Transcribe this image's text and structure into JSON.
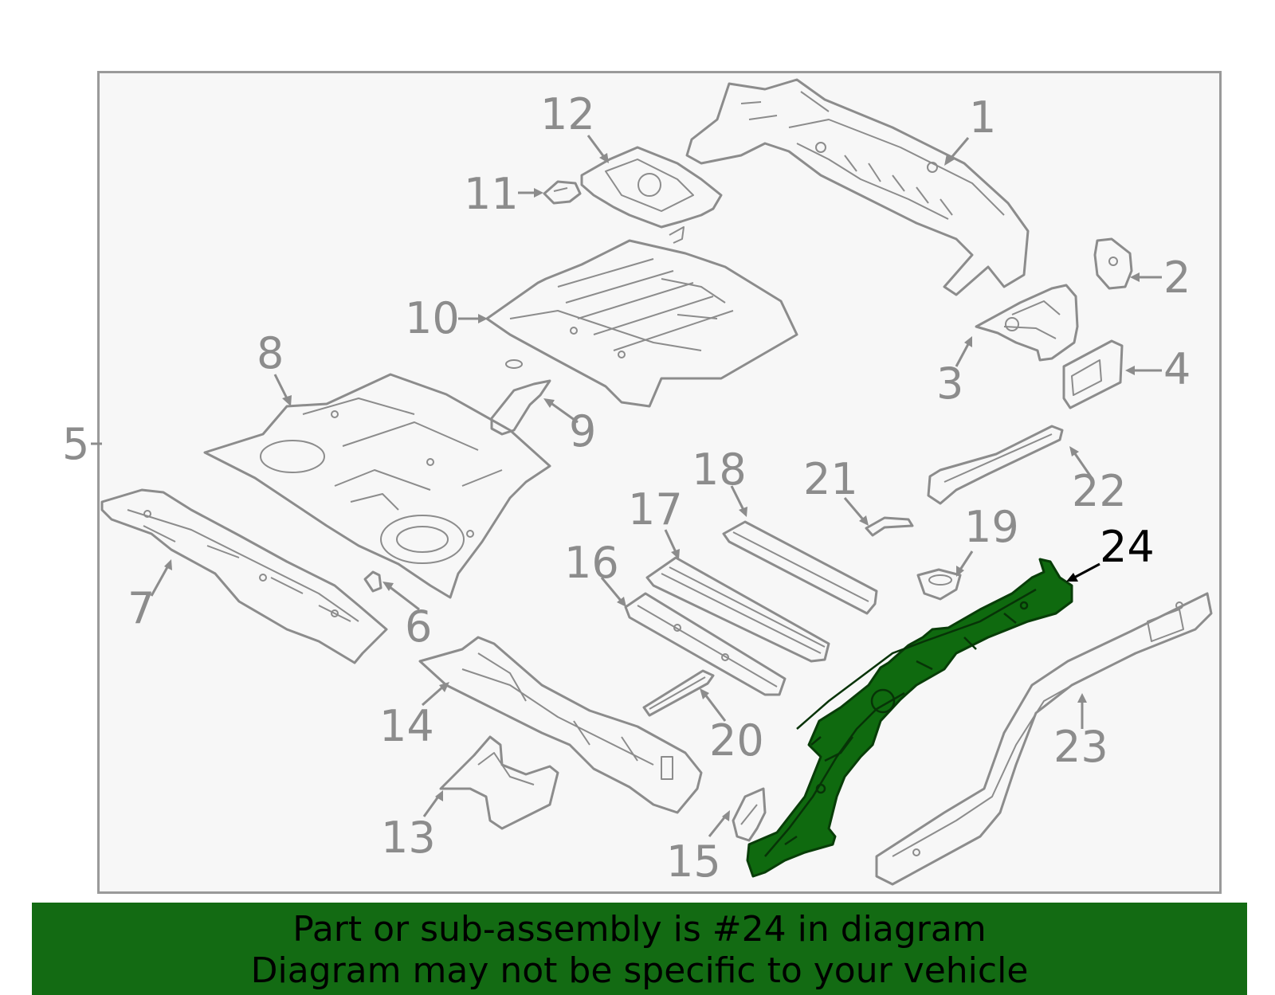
{
  "callouts": {
    "c1": "1",
    "c2": "2",
    "c3": "3",
    "c4": "4",
    "c5": "5",
    "c6": "6",
    "c7": "7",
    "c8": "8",
    "c9": "9",
    "c10": "10",
    "c11": "11",
    "c12": "12",
    "c13": "13",
    "c14": "14",
    "c15": "15",
    "c16": "16",
    "c17": "17",
    "c18": "18",
    "c19": "19",
    "c20": "20",
    "c21": "21",
    "c22": "22",
    "c23": "23",
    "c24": "24"
  },
  "highlighted_part": "24",
  "colors": {
    "highlight": "#136b13",
    "outline": "#8c8c8c",
    "frame_background": "#f7f7f7"
  },
  "caption": {
    "line1": "Part or sub-assembly is #24 in diagram",
    "line2": "Diagram may not be specific to your vehicle"
  }
}
